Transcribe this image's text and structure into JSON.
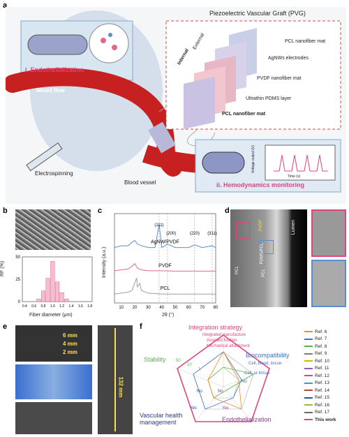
{
  "labels": {
    "a": "a",
    "b": "b",
    "c": "c",
    "d": "d",
    "e": "e",
    "f": "f"
  },
  "panel_a": {
    "title": "Piezoelectric Vascular Graft (PVG)",
    "i_label": "i. Endothelialization",
    "ii_label": "ii. Hemodynamics monitoring",
    "blood_flow": "Blood flow",
    "electrospinning": "Electrospinning",
    "blood_vessel": "Blood vessel",
    "internal": "Internal",
    "external": "External",
    "layers": [
      "PCL nanofiber mat",
      "AgNWs electrodes",
      "PVDF nanofiber mat",
      "Ultrathin PDMS layer",
      "PCL nanofiber mat"
    ],
    "voltage_axis": "Voltage output (V)",
    "time_axis": "Time (s)"
  },
  "panel_b": {
    "ylabel": "RF (%)",
    "xlabel": "Fiber diameter (μm)"
  },
  "panel_c": {
    "ylabel": "Intensity (a.u.)",
    "xlabel": "2θ (°)",
    "peaks": [
      "(111)",
      "(200)",
      "(220)",
      "(311)"
    ],
    "series_names": [
      "AgNW/PVDF",
      "PVDF",
      "PCL"
    ]
  },
  "panel_d": {
    "labels": [
      "Lumen",
      "PVDF",
      "PDMS/PCL",
      "PCL",
      "PCL"
    ]
  },
  "panel_e": {
    "sizes": [
      "6 mm",
      "4 mm",
      "2 mm"
    ],
    "length": "132 mm"
  },
  "panel_f": {
    "axes": [
      "Integration strategy",
      "Biocompatibility",
      "Endothelialization",
      "Vascular health management",
      "Stability"
    ],
    "integration_levels": [
      "Integrated manufacture",
      "Assisted fixation",
      "Mechanical attachment"
    ],
    "biocompat_levels": [
      "Cell, blood, tissue",
      "Cell, or tissue",
      "No"
    ],
    "endo_levels": [
      "Yes",
      "No"
    ],
    "vhm_levels": [
      "Yes",
      "No"
    ],
    "stability_levels": [
      "50",
      "10",
      "1"
    ],
    "legend": [
      "Ref. 6",
      "Ref. 7",
      "Ref. 8",
      "Ref. 9",
      "Ref. 10",
      "Ref. 11",
      "Ref. 12",
      "Ref. 13",
      "Ref. 14",
      "Ref. 15",
      "Ref. 16",
      "Ref. 17",
      "This work"
    ],
    "legend_colors": [
      "#f08a24",
      "#3b73c4",
      "#58b24e",
      "#7a7a7a",
      "#d9b400",
      "#8d5bb8",
      "#e0457b",
      "#3c9fb0",
      "#b34a2b",
      "#2f4fa0",
      "#9bbd3a",
      "#6b6b6b",
      "#e0457b"
    ]
  },
  "chart_data": [
    {
      "type": "bar",
      "title": "",
      "xlabel": "Fiber diameter (μm)",
      "ylabel": "RF (%)",
      "ylim": [
        0,
        50
      ],
      "categories": [
        "0.4",
        "0.5",
        "0.6",
        "0.7",
        "0.8",
        "0.9",
        "1.0",
        "1.1",
        "1.2",
        "1.3",
        "1.4",
        "1.5",
        "1.6",
        "1.7",
        "1.8"
      ],
      "values": [
        0,
        0,
        0,
        3,
        12,
        26,
        45,
        22,
        10,
        3,
        0,
        0,
        0,
        0,
        0
      ]
    },
    {
      "type": "line",
      "title": "",
      "xlabel": "2θ (°)",
      "ylabel": "Intensity (a.u.)",
      "xlim": [
        5,
        80
      ],
      "series": [
        {
          "name": "AgNW/PVDF",
          "x": [
            5,
            10,
            15,
            18,
            20,
            22,
            25,
            30,
            35,
            38.1,
            40,
            44.3,
            50,
            55,
            60,
            64.4,
            70,
            77.4,
            80
          ],
          "values": [
            3.1,
            3.2,
            3.2,
            3.4,
            3.5,
            3.3,
            3.2,
            3.1,
            3.1,
            4.4,
            3.1,
            3.3,
            3.1,
            3.1,
            3.1,
            3.25,
            3.1,
            3.2,
            3.1
          ]
        },
        {
          "name": "PVDF",
          "x": [
            5,
            10,
            15,
            18,
            20,
            22,
            25,
            30,
            35,
            40,
            50,
            60,
            70,
            80
          ],
          "values": [
            1.8,
            1.85,
            1.9,
            2.05,
            2.2,
            1.95,
            1.85,
            1.8,
            1.8,
            1.8,
            1.78,
            1.78,
            1.78,
            1.78
          ]
        },
        {
          "name": "PCL",
          "x": [
            5,
            10,
            15,
            18,
            21.4,
            22,
            23.8,
            25,
            30,
            40,
            50,
            60,
            70,
            80
          ],
          "values": [
            0.5,
            0.55,
            0.6,
            0.7,
            1.4,
            0.9,
            1.1,
            0.7,
            0.55,
            0.5,
            0.5,
            0.5,
            0.5,
            0.5
          ]
        }
      ]
    }
  ]
}
